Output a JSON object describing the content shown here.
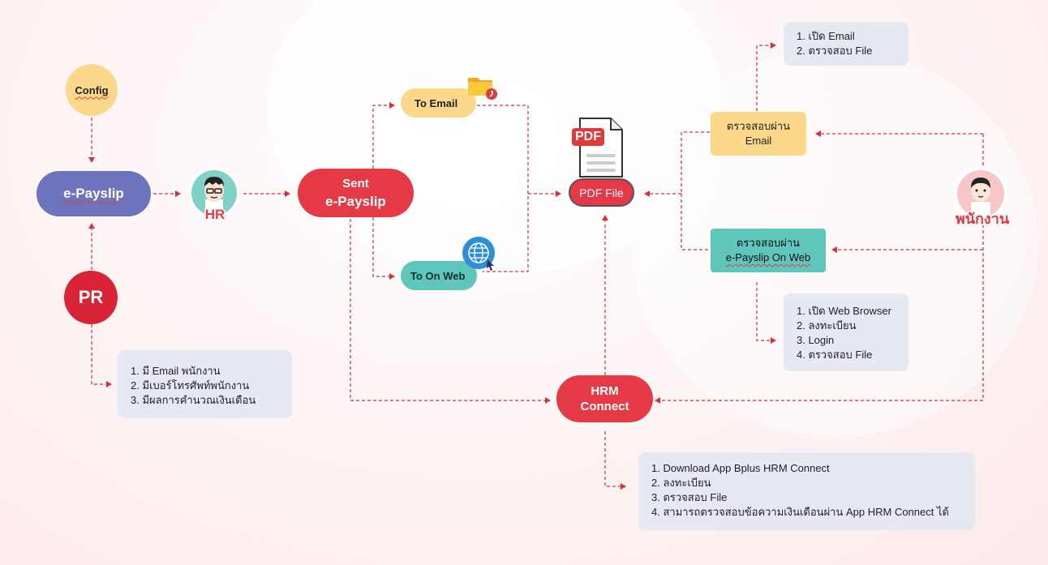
{
  "nodes": {
    "config": "Config",
    "epayslip": "e-Payslip",
    "hr_label": "HR",
    "pr": "PR",
    "sent_line1": "Sent",
    "sent_line2": "e-Payslip",
    "to_email": "To Email",
    "to_web": "To On Web",
    "pdf_icon_label": "PDF",
    "pdf_file": "PDF File",
    "check_email_line1": "ตรวจสอบผ่าน",
    "check_email_line2": "Email",
    "check_web_line1": "ตรวจสอบผ่าน",
    "check_web_line2": "e-Payslip On Web",
    "employee_label": "พนักงาน",
    "hrm_line1": "HRM",
    "hrm_line2": "Connect"
  },
  "info": {
    "pr_requirements": [
      "1.  มี Email พนักงาน",
      "2. มีเบอร์โทรศัพท์พนักงาน",
      "3. มีผลการคำนวณเงินเดือน"
    ],
    "email_steps": [
      "1. เปิด Email",
      "2. ตรวจสอบ File"
    ],
    "web_steps": [
      "1. เปิด Web Browser",
      "2. ลงทะเบียน",
      "3. Login",
      "4. ตรวจสอบ File"
    ],
    "hrm_steps": [
      "1. Download App Bplus HRM Connect",
      "2. ลงทะเบียน",
      "3. ตรวจสอบ File",
      "4. สามารถตรวจสอบข้อความเงินเดือนผ่าน App HRM Connect ได้"
    ]
  },
  "colors": {
    "accent_red": "#e63946",
    "yellow": "#fcd98a",
    "teal": "#5ec6bb",
    "purple": "#6d73bd",
    "info_bg": "#e6e9f2",
    "connector": "#d9303c"
  },
  "icons": [
    "folder-icon",
    "globe-icon",
    "pdf-document-icon",
    "hr-avatar-icon",
    "employee-avatar-icon"
  ]
}
